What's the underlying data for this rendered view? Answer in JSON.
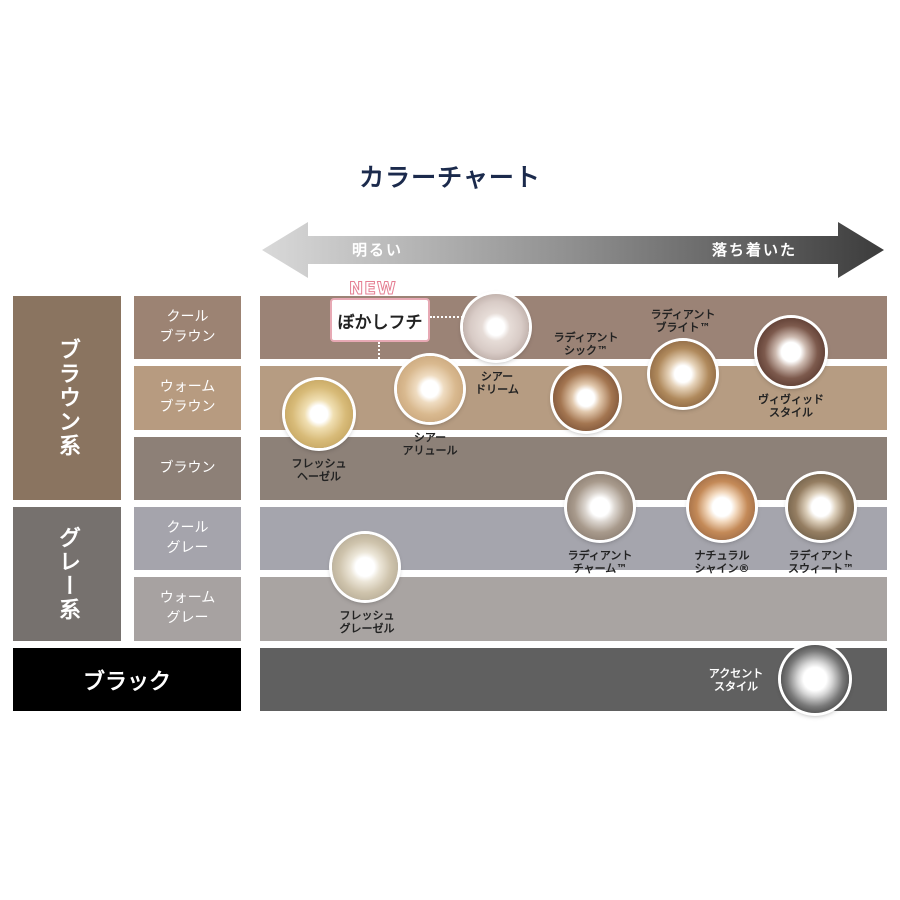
{
  "title": "カラーチャート",
  "brightness_arrow": {
    "left_label": "明るい",
    "right_label": "落ち着いた"
  },
  "groups": [
    {
      "id": "brown",
      "label": "ブラウン系",
      "color": "#8a7460"
    },
    {
      "id": "gray",
      "label": "グレー系",
      "color": "#76716e"
    },
    {
      "id": "black",
      "label": "ブラック",
      "color": "#000000"
    }
  ],
  "subcategories": [
    {
      "id": "cool-brown",
      "label": "クール\nブラウン",
      "color": "#9c8373",
      "band_color": "#9b8376"
    },
    {
      "id": "warm-brown",
      "label": "ウォーム\nブラウン",
      "color": "#b79b80",
      "band_color": "#b69c82"
    },
    {
      "id": "brown",
      "label": "ブラウン",
      "color": "#8d8077",
      "band_color": "#8d8178"
    },
    {
      "id": "cool-gray",
      "label": "クール\nグレー",
      "color": "#a5a4ac",
      "band_color": "#a5a5ad"
    },
    {
      "id": "warm-gray",
      "label": "ウォーム\nグレー",
      "color": "#a7a2a1",
      "band_color": "#a9a4a2"
    },
    {
      "id": "black",
      "label": "",
      "color": "#606060",
      "band_color": "#606060"
    }
  ],
  "new_tag": {
    "badge": "NEW",
    "label": "ぼかしフチ"
  },
  "lenses": [
    {
      "id": "sheer-dream",
      "label": "シアー\nドリーム",
      "color": "#d8cbc6",
      "row": "cool-brown"
    },
    {
      "id": "radiant-chic",
      "label": "ラディアント\nシック™",
      "color": "#7a5136",
      "row": "warm-brown"
    },
    {
      "id": "radiant-bright",
      "label": "ラディアント\nブライト™",
      "color": "#8a6440",
      "row": "warm-brown"
    },
    {
      "id": "vivid-style",
      "label": "ヴィヴィッド\nスタイル",
      "color": "#5a3a30",
      "row": "warm-brown"
    },
    {
      "id": "sheer-allure",
      "label": "シアー\nアリュール",
      "color": "#c9a67c",
      "row": "warm-brown"
    },
    {
      "id": "fresh-hazel",
      "label": "フレッシュ\nヘーゼル",
      "color": "#c4a45f",
      "row": "brown"
    },
    {
      "id": "radiant-charm",
      "label": "ラディアント\nチャーム™",
      "color": "#8a7c70",
      "row": "cool-gray"
    },
    {
      "id": "natural-shine",
      "label": "ナチュラル\nシャイン®",
      "color": "#9c6a45",
      "row": "cool-gray"
    },
    {
      "id": "radiant-sweet",
      "label": "ラディアント\nスウィート™",
      "color": "#6e5e48",
      "row": "cool-gray"
    },
    {
      "id": "fresh-gray-zel",
      "label": "フレッシュ\nグレーゼル",
      "color": "#b6ab95",
      "row": "warm-gray"
    },
    {
      "id": "accent-style",
      "label": "アクセント\nスタイル",
      "color": "#3e3e3e",
      "row": "black"
    }
  ]
}
